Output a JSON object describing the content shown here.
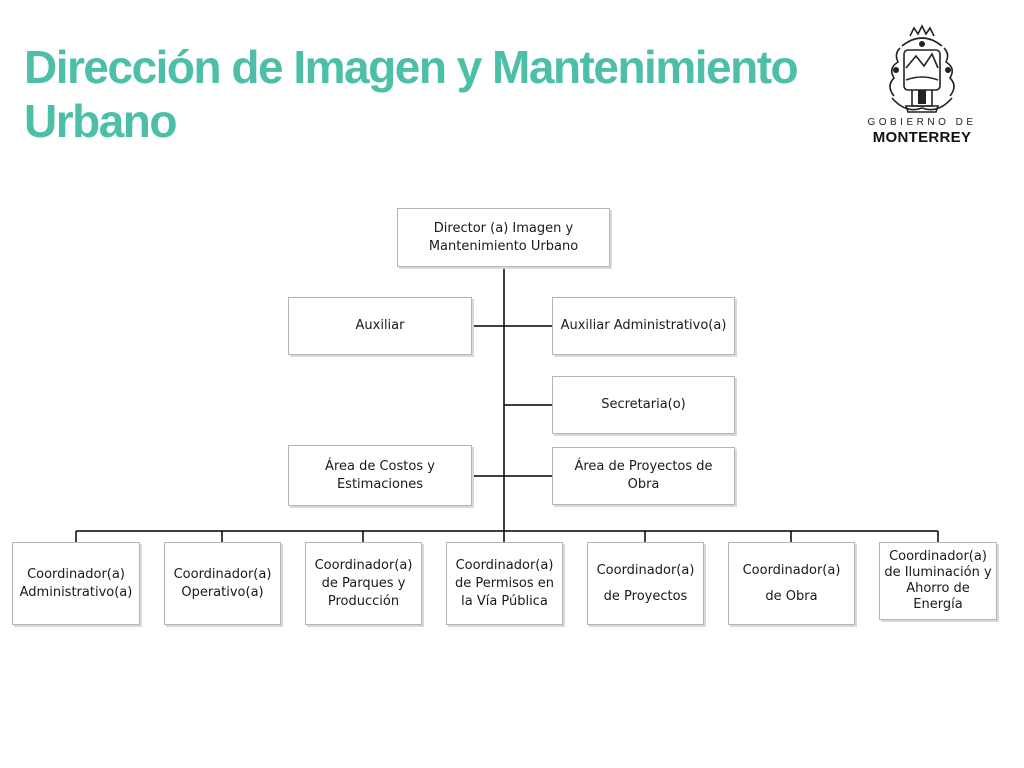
{
  "title": "Dirección de Imagen y Mantenimiento Urbano",
  "logo": {
    "small_text": "GOBIERNO DE",
    "big_text": "MONTERREY"
  },
  "colors": {
    "title": "#4dbfa8",
    "border": "#b5b5b5",
    "line": "#000000"
  },
  "org": {
    "director": "Director (a) Imagen y\nMantenimiento Urbano",
    "auxiliar": "Auxiliar",
    "auxiliar_admin": "Auxiliar Administrativo(a)",
    "secretaria": "Secretaria(o)",
    "costos": "Área de Costos y\nEstimaciones",
    "proyectos_obra": "Área de Proyectos de\nObra",
    "coordinators": [
      "Coordinador(a)\nAdministrativo(a)",
      "Coordinador(a)\nOperativo(a)",
      "Coordinador(a)\nde Parques y\nProducción",
      "Coordinador(a)\nde Permisos en\nla Vía Pública",
      "Coordinador(a)\nde Proyectos",
      "Coordinador(a)\nde Obra",
      "Coordinador(a)\nde Iluminación y\nAhorro de\nEnergía"
    ]
  }
}
